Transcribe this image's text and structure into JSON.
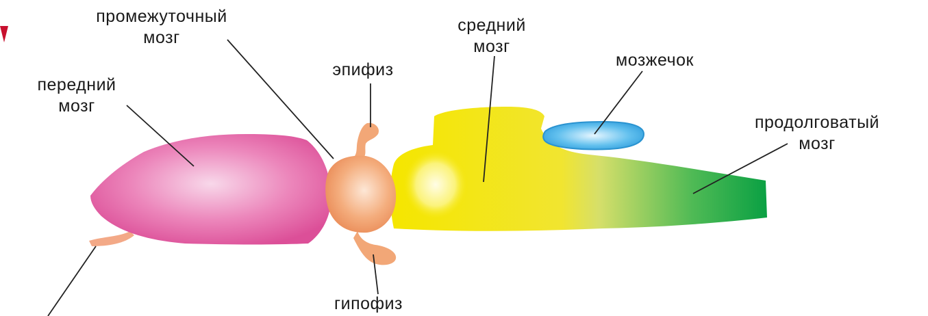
{
  "labels": {
    "diencephalon_line1": "промежуточный",
    "diencephalon_line2": "мозг",
    "midbrain_line1": "средний",
    "midbrain_line2": "мозг",
    "epiphysis": "эпифиз",
    "cerebellum": "мозжечок",
    "forebrain_line1": "передний",
    "forebrain_line2": "мозг",
    "medulla_line1": "продолговатый",
    "medulla_line2": "мозг",
    "hypophysis": "гипофиз"
  },
  "colors": {
    "forebrain": "#e0609e",
    "diencephalon": "#f0a070",
    "midbrain": "#f2e21a",
    "medulla": "#10a040",
    "cerebellum": "#3aa8e0",
    "corner_mark": "#c8102e"
  }
}
